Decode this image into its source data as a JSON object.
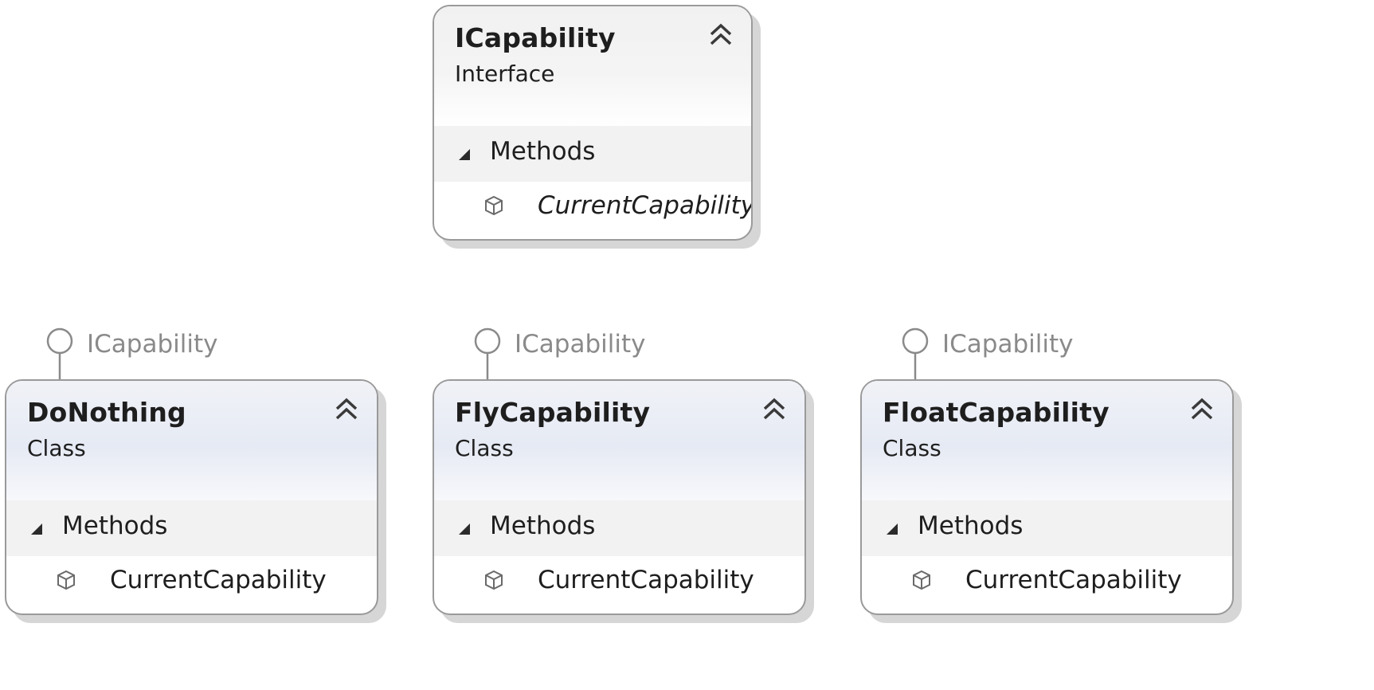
{
  "interface_box": {
    "title": "ICapability",
    "kind": "Interface",
    "section": "Methods",
    "member": "CurrentCapability"
  },
  "classes": [
    {
      "title": "DoNothing",
      "kind": "Class",
      "section": "Methods",
      "member": "CurrentCapability",
      "implements": "ICapability"
    },
    {
      "title": "FlyCapability",
      "kind": "Class",
      "section": "Methods",
      "member": "CurrentCapability",
      "implements": "ICapability"
    },
    {
      "title": "FloatCapability",
      "kind": "Class",
      "section": "Methods",
      "member": "CurrentCapability",
      "implements": "ICapability"
    }
  ],
  "icons": {
    "collapse": "double-chevron-up-icon",
    "section_toggle": "expanded-triangle-icon",
    "method": "method-cube-icon",
    "interface_marker": "interface-lollipop-icon"
  },
  "colors": {
    "border": "#9a9a9a",
    "class_header": "#e6eaf4",
    "interface_header": "#f4f4f4",
    "section_bg": "#f2f2f2",
    "lollipop_label": "#8a8a8a"
  }
}
